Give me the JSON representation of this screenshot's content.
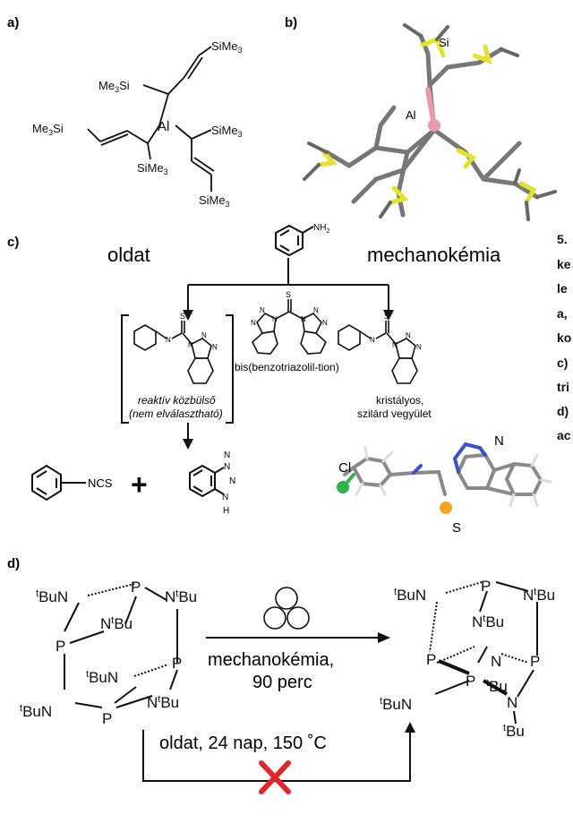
{
  "panels": {
    "a": {
      "label": "a)",
      "atoms": {
        "al": "Al",
        "sime3_top": "SiMe",
        "sime3_left": "Me",
        "sime3_left_si": "Si",
        "sime3_farleft": "Me",
        "sime3_farleft_si": "Si",
        "sime3_right": "SiMe",
        "sime3_mid": "SiMe",
        "sime3_bottom": "SiMe",
        "sub3": "3"
      }
    },
    "b": {
      "label": "b)",
      "atom_si": "Si",
      "atom_al": "Al"
    },
    "c": {
      "label": "c)",
      "route_solution": "oldat",
      "route_mechano": "mechanokémia",
      "amine_label": "NH",
      "amine_sub": "2",
      "reagent_name": "bis(benzotriazolil-tion)",
      "intermediate_caption_1": "reaktív közbülső",
      "intermediate_caption_2": "(nem elválasztható)",
      "product_caption_1": "kristályos,",
      "product_caption_2": "szilárd vegyület",
      "product_ncs": "NCS",
      "plus": "+",
      "atom_s": "S",
      "atom_n": "N",
      "atom_h": "H",
      "xray_cl": "Cl",
      "xray_s": "S",
      "xray_n": "N"
    },
    "d": {
      "label": "d)",
      "arrow_top_1": "mechanokémia,",
      "arrow_top_2": "90 perc",
      "arrow_bottom": "oldat, 24 nap, 150 ˚C",
      "p": "P",
      "tbu_sup": "t",
      "bun": "BuN",
      "nbu": "N",
      "bu": "Bu"
    }
  },
  "caption_side": [
    "5.",
    "ke",
    "le",
    "a,",
    "ko",
    "c)",
    "tri",
    "d)",
    "ac"
  ],
  "colors": {
    "si_yellow": "#e6e22a",
    "al_pink": "#e79aa9",
    "cl_green": "#2fb34a",
    "s_orange": "#f2a41c",
    "n_blue": "#3a53c9",
    "cross_red": "#e0262b",
    "bond_gray": "#8a8a8a"
  }
}
